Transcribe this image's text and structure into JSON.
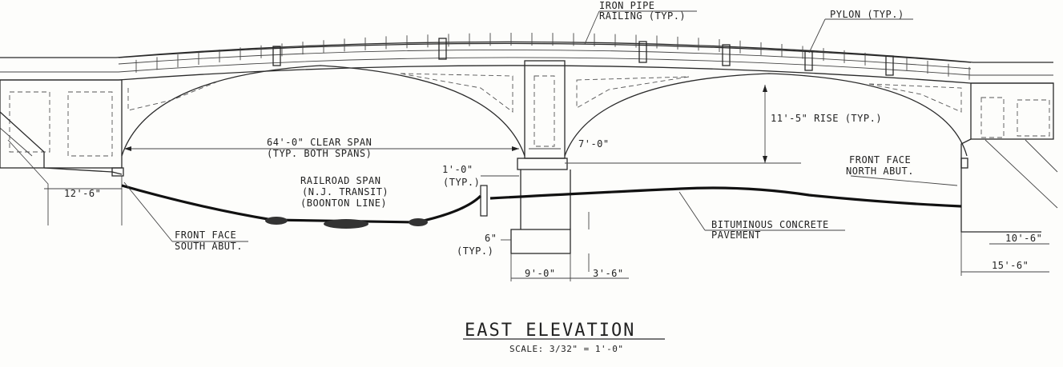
{
  "drawing": {
    "title": "EAST ELEVATION",
    "scale": "SCALE: 3/32\" = 1'-0\"",
    "labels": {
      "iron_pipe_1": "IRON PIPE",
      "iron_pipe_2": "RAILING (TYP.)",
      "pylon": "PYLON (TYP.)",
      "rise": "11'-5\" RISE (TYP.)",
      "clear_span_1": "64'-0\" CLEAR SPAN",
      "clear_span_2": "(TYP. BOTH SPANS)",
      "pier_width_top": "7'-0\"",
      "front_north_1": "FRONT FACE",
      "front_north_2": "NORTH ABUT.",
      "one_foot_1": "1'-0\"",
      "one_foot_2": "(TYP.)",
      "railroad_1": "RAILROAD SPAN",
      "railroad_2": "(N.J. TRANSIT)",
      "railroad_3": "(BOONTON LINE)",
      "twelve_six": "12'-6\"",
      "front_south_1": "FRONT FACE",
      "front_south_2": "SOUTH ABUT.",
      "bituminous_1": "BITUMINOUS CONCRETE",
      "bituminous_2": "PAVEMENT",
      "six_in_1": "6\"",
      "six_in_2": "(TYP.)",
      "nine_ft": "9'-0\"",
      "three_six": "3'-6\"",
      "ten_six": "10'-6\"",
      "fifteen_six": "15'-6\""
    }
  }
}
